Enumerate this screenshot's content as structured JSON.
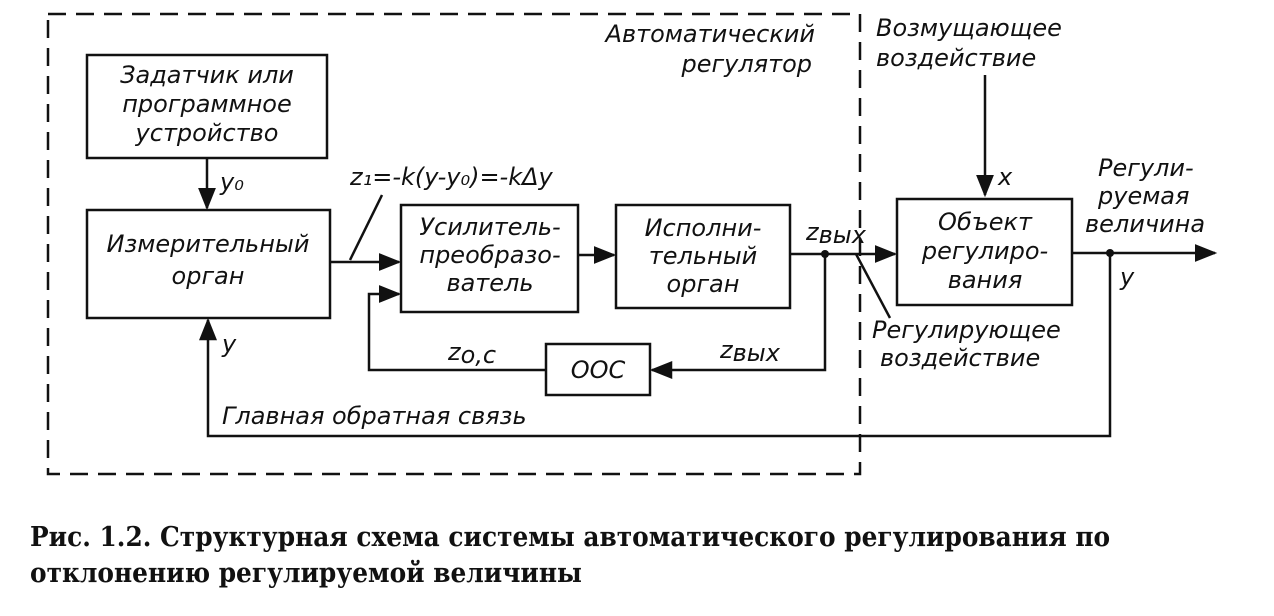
{
  "regulator_label": [
    "Автоматический",
    "регулятор"
  ],
  "disturbance_label": [
    "Возмущающее",
    "воздействие"
  ],
  "blocks": {
    "setter": [
      "Задатчик или",
      "программное",
      "устройство"
    ],
    "measuring": [
      "Измерительный",
      "орган"
    ],
    "amplifier": [
      "Усилитель-",
      "преобразо-",
      "ватель"
    ],
    "actuator": [
      "Исполни-",
      "тельный",
      "орган"
    ],
    "object": [
      "Объект",
      "регулиро-",
      "вания"
    ],
    "oos": "ООС"
  },
  "signals": {
    "y0": "y₀",
    "error_equation": "z₁=-k(y-y₀)=-kΔy",
    "z_out": "zвых",
    "x": "x",
    "y": "y",
    "z_oc": "zо,с",
    "controlled_variable": [
      "Регули-",
      "руемая",
      "величина"
    ],
    "control_action": [
      "Регулирующее",
      "воздействие"
    ],
    "main_feedback": "Главная обратная связь"
  },
  "caption": "Рис. 1.2. Структурная схема системы автоматического регулирования по отклонению регулируемой величины"
}
